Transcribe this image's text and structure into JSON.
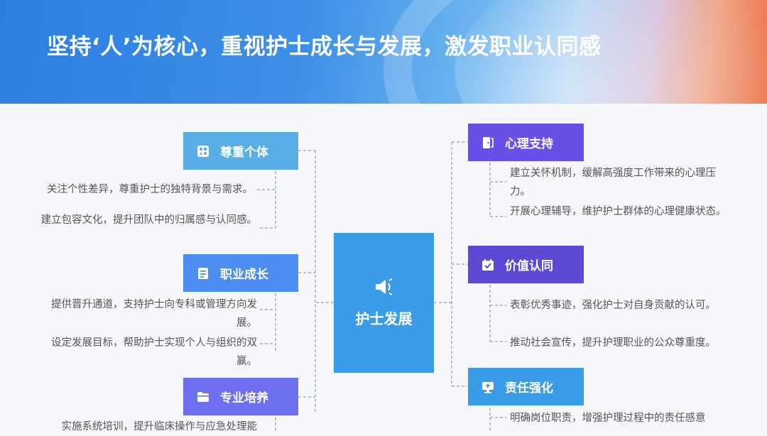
{
  "header": {
    "title": "坚持‘人’为核心，重视护士成长与发展，激发职业认同感"
  },
  "center": {
    "label": "护士发展",
    "icon": "megaphone-icon"
  },
  "left_topics": [
    {
      "label": "尊重个体",
      "icon": "shapes-icon",
      "color": "#5aaee6",
      "items": [
        "关注个性差异，尊重护士的独特背景与需求。",
        "建立包容文化，提升团队中的归属感与认同感。"
      ]
    },
    {
      "label": "职业成长",
      "icon": "document-icon",
      "color": "#4d8df1",
      "items": [
        "提供晋升通道，支持护士向专科或管理方向发展。",
        "设定发展目标，帮助护士实现个人与组织的双赢。"
      ]
    },
    {
      "label": "专业培养",
      "icon": "folder-icon",
      "color": "#6d6ff0",
      "items": [
        "实施系统培训，提升临床操作与应急处理能"
      ]
    }
  ],
  "right_topics": [
    {
      "label": "心理支持",
      "icon": "door-icon",
      "color": "#6a4ee8",
      "items": [
        "建立关怀机制，缓解高强度工作带来的心理压力。",
        "开展心理辅导，维护护士群体的心理健康状态。"
      ]
    },
    {
      "label": "价值认同",
      "icon": "calendar-icon",
      "color": "#5a4ad6",
      "items": [
        "表彰优秀事迹，强化护士对自身贡献的认可。",
        "推动社会宣传，提升护理职业的公众尊重度。"
      ]
    },
    {
      "label": "责任强化",
      "icon": "monitor-icon",
      "color": "#3a9be6",
      "items": [
        "明确岗位职责，增强护理过程中的责任感意"
      ]
    }
  ]
}
